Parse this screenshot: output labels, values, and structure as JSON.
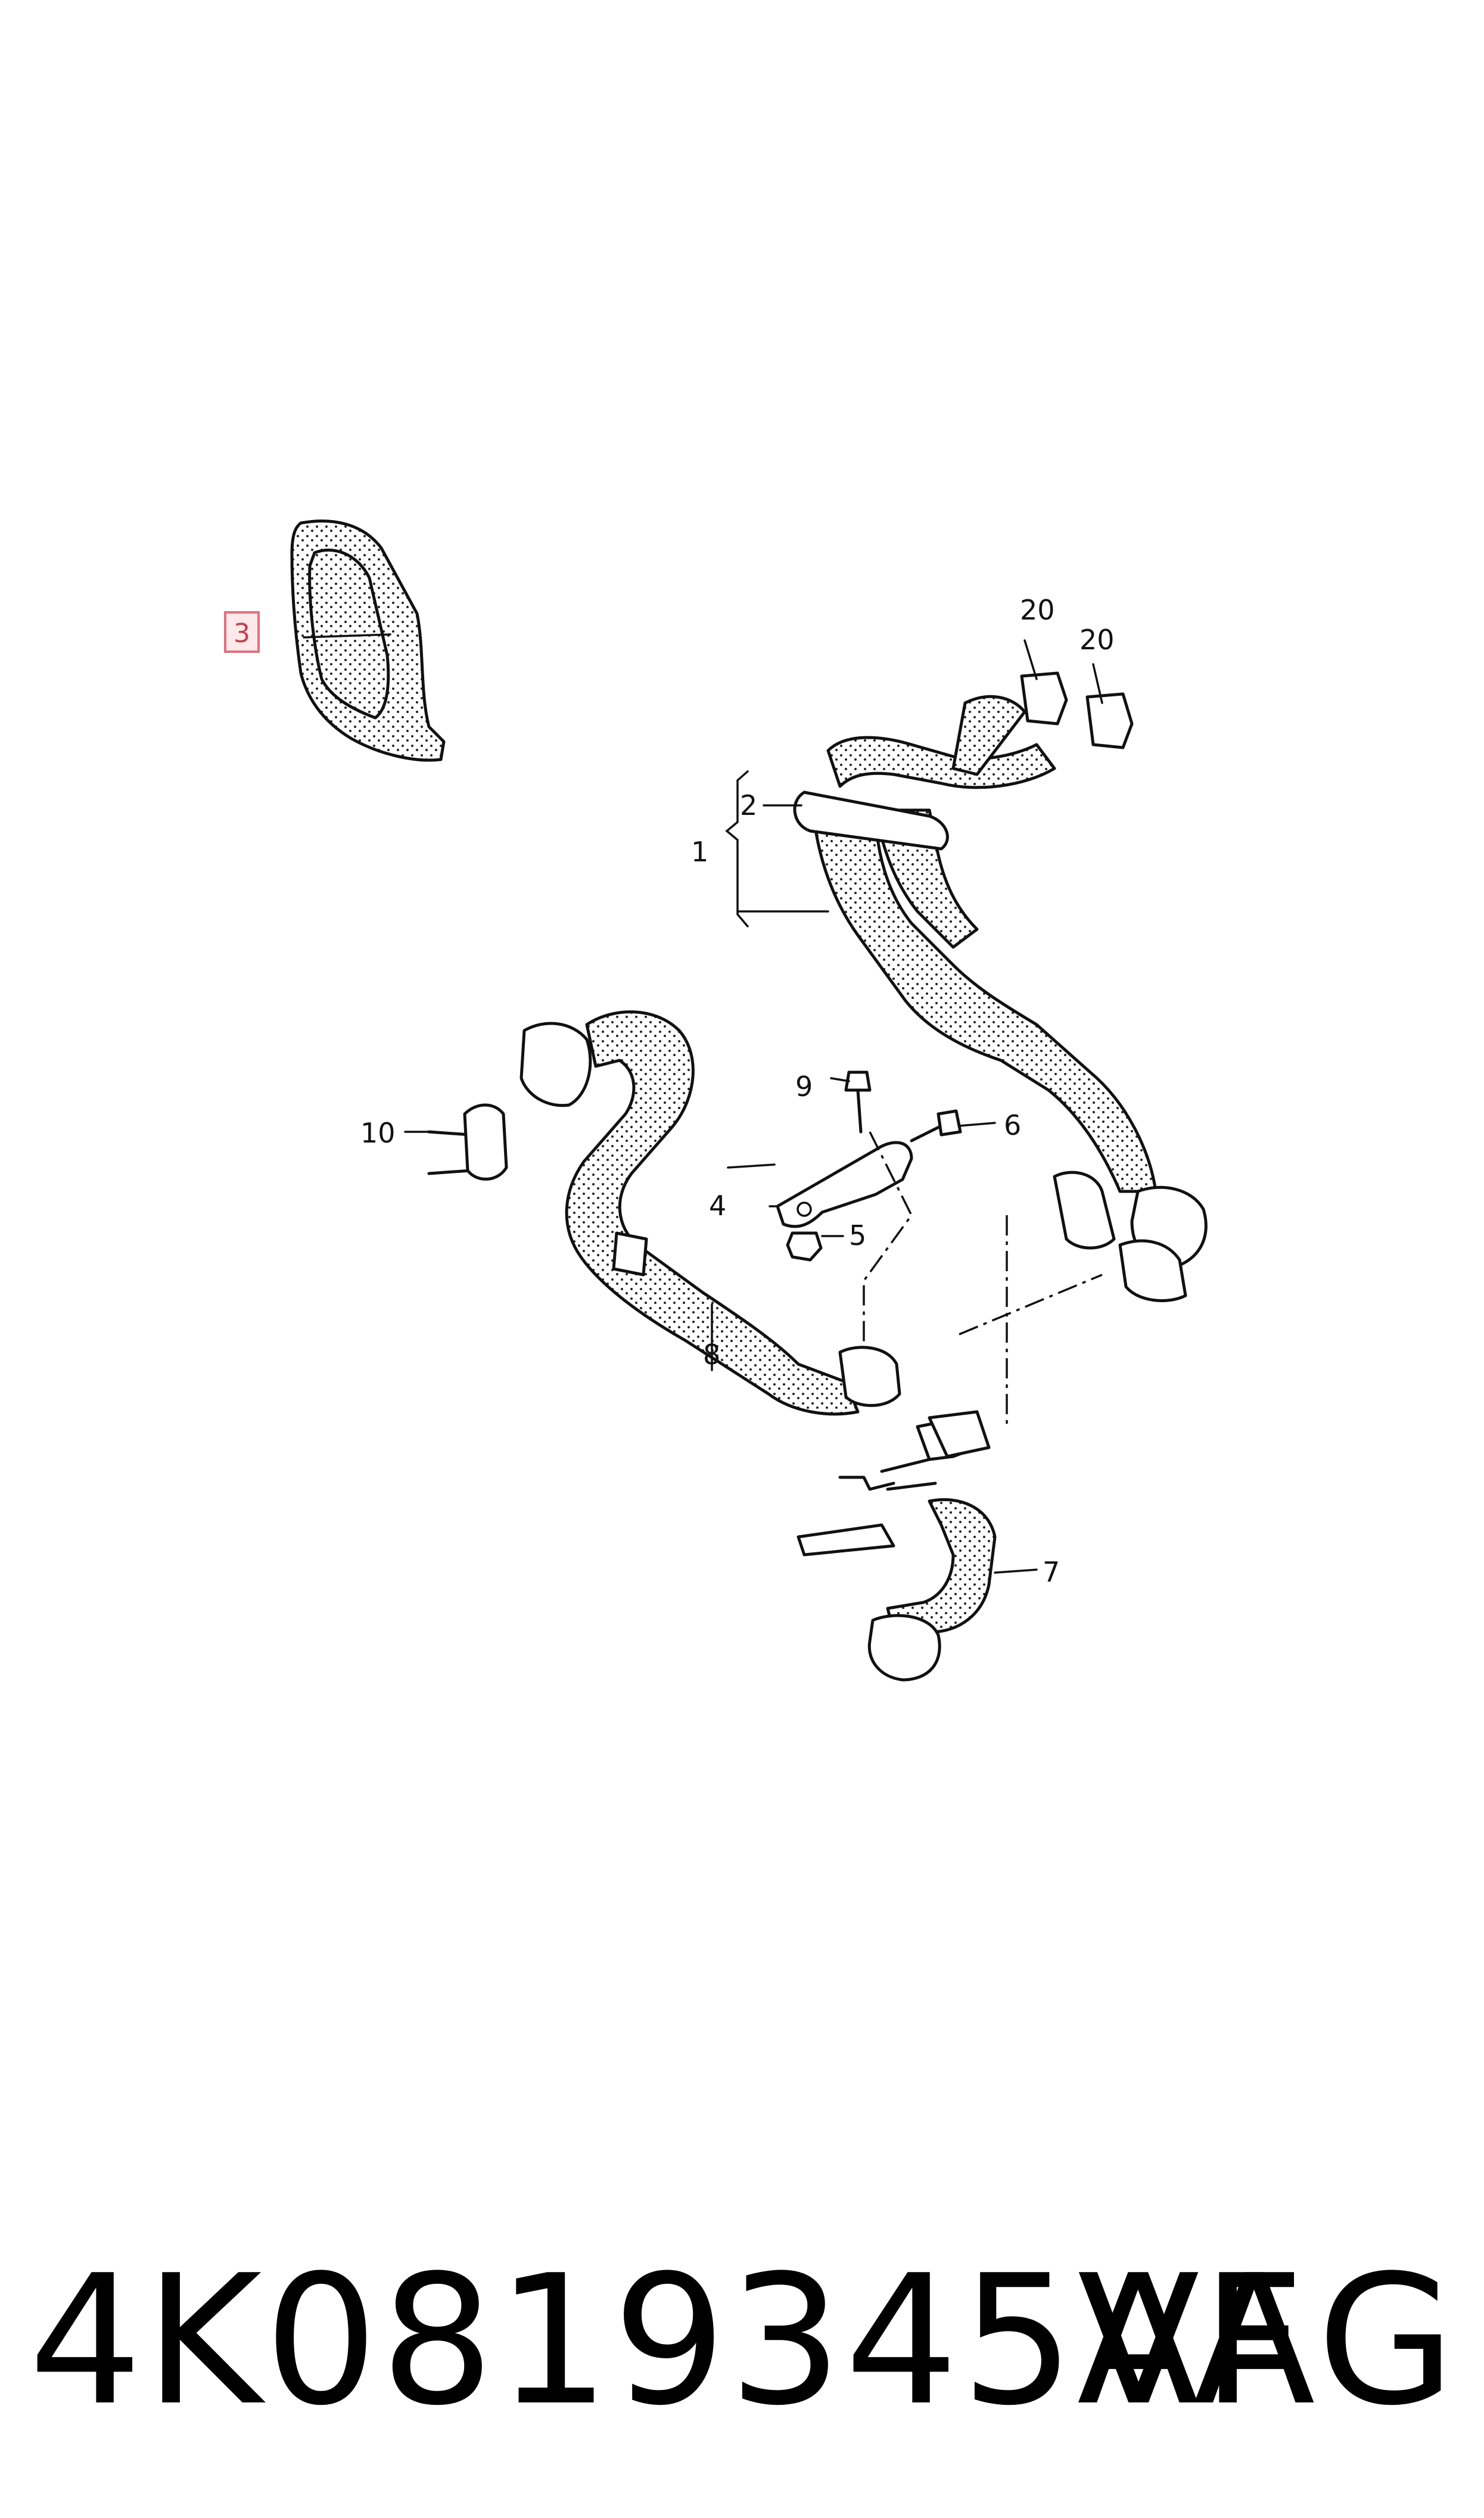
{
  "diagram": {
    "callouts": {
      "c1": "1",
      "c2": "2",
      "c3": "3",
      "c4": "4",
      "c5": "5",
      "c6": "6",
      "c7": "7",
      "c8": "8",
      "c9": "9",
      "c10": "10",
      "c20a": "20",
      "c20b": "20"
    },
    "highlighted_callout": "3",
    "colors": {
      "highlight_border": "#e0707d",
      "highlight_fill": "#fde8ea",
      "line": "#111111"
    }
  },
  "footer": {
    "part_number": "4K0819345AF",
    "brand": "VAG"
  }
}
